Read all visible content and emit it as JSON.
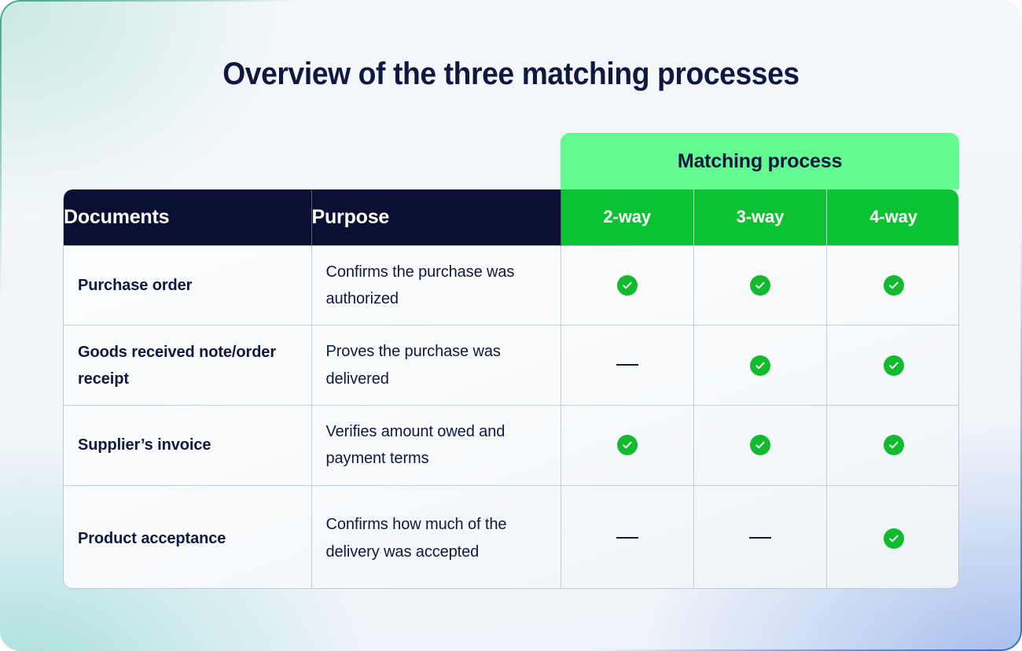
{
  "page": {
    "title": "Overview of the three matching processes",
    "accent_green_light": "#63FA91",
    "accent_green_dark": "#0BC233",
    "header_navy": "#0A1033",
    "text_navy": "#101840",
    "check_green": "#12BB2E"
  },
  "table": {
    "group_header": {
      "label": "Matching process",
      "spans_columns": [
        "2-way",
        "3-way",
        "4-way"
      ]
    },
    "columns": [
      {
        "key": "documents",
        "label": "Documents",
        "style": "dark"
      },
      {
        "key": "purpose",
        "label": "Purpose",
        "style": "dark"
      },
      {
        "key": "two_way",
        "label": "2-way",
        "style": "green"
      },
      {
        "key": "three_way",
        "label": "3-way",
        "style": "green"
      },
      {
        "key": "four_way",
        "label": "4-way",
        "style": "green"
      }
    ],
    "rows": [
      {
        "documents": "Purchase order",
        "purpose": "Confirms the purchase was authorized",
        "two_way": "check",
        "three_way": "check",
        "four_way": "check"
      },
      {
        "documents": "Goods received note/order receipt",
        "purpose": "Proves the purchase was delivered",
        "two_way": "dash",
        "three_way": "check",
        "four_way": "check"
      },
      {
        "documents": "Supplier’s invoice",
        "purpose": "Verifies amount owed and payment terms",
        "two_way": "check",
        "three_way": "check",
        "four_way": "check"
      },
      {
        "documents": "Product acceptance",
        "purpose": "Confirms how much of the delivery was accepted",
        "two_way": "dash",
        "three_way": "dash",
        "four_way": "check"
      }
    ]
  }
}
